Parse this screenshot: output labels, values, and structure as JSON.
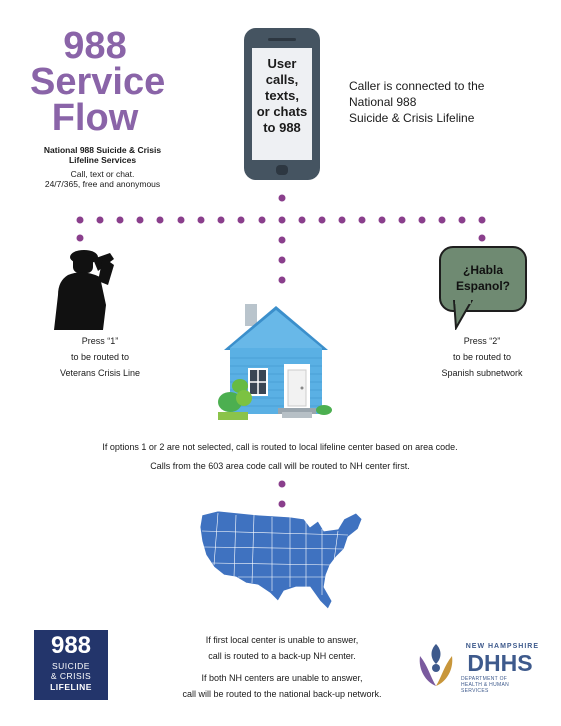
{
  "header": {
    "title_lines": [
      "988",
      "Service",
      "Flow"
    ],
    "subtitle": "National 988 Suicide & Crisis Lifeline Services",
    "tagline_1": "Call, text or chat.",
    "tagline_2": "24/7/365, free and anonymous"
  },
  "phone": {
    "screen_lines": [
      "User",
      "calls,",
      "texts,",
      "or chats",
      "to 988"
    ]
  },
  "connected": {
    "lines": [
      "Caller is connected to the",
      "National 988",
      "Suicide & Crisis Lifeline"
    ]
  },
  "veterans": {
    "lines": [
      "Press “1”",
      "to be routed to",
      "Veterans Crisis Line"
    ]
  },
  "spanish": {
    "bubble_lines": [
      "¿Habla",
      "Espanol?"
    ],
    "lines": [
      "Press “2”",
      "to be routed to",
      "Spanish subnetwork"
    ]
  },
  "routing": {
    "line_1": "If options 1 or 2 are not selected, call is routed to local lifeline center based on area code.",
    "line_2": "Calls from the 603 area code call will be routed to NH center first."
  },
  "backup": {
    "lines": [
      "If first local center is unable to answer,",
      "call is routed to a back-up NH center.",
      "",
      "If both NH centers are unable to answer,",
      "call will be routed to the national back-up network."
    ]
  },
  "logo_988": {
    "number": "988",
    "lines": [
      "SUICIDE",
      "& CRISIS",
      "LIFELINE"
    ]
  },
  "logo_dhhs": {
    "state": "NEW HAMPSHIRE",
    "name": "DHHS",
    "dept_line_1": "DEPARTMENT OF",
    "dept_line_2": "HEALTH & HUMAN SERVICES"
  },
  "colors": {
    "title_purple": "#8a64a8",
    "dot_purple": "#8a3f8c",
    "phone_gray": "#455461",
    "bubble_green": "#6f8a72",
    "map_blue": "#3f72c0",
    "house_blue": "#5ab0e4",
    "logo_navy": "#23356b"
  }
}
